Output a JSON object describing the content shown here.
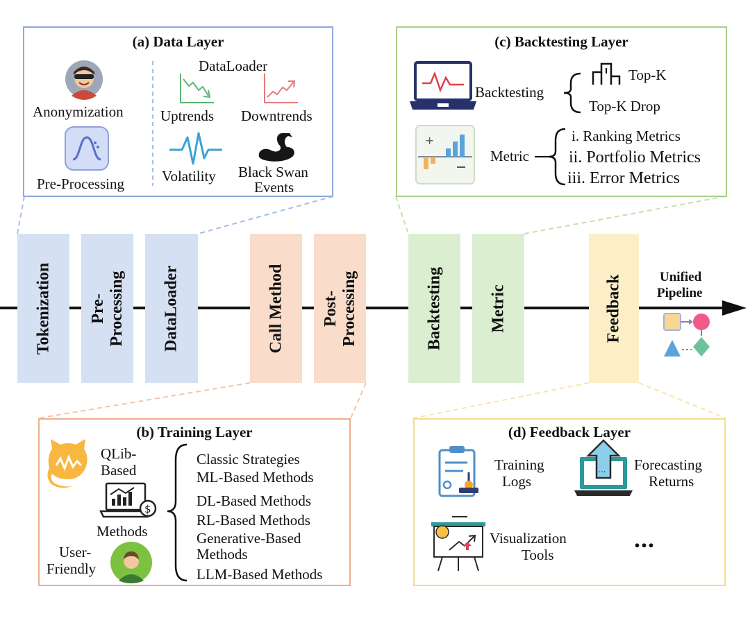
{
  "colors": {
    "data_layer": "#8fa8d9",
    "training_layer": "#eeae8a",
    "backtesting_layer": "#a9cf8a",
    "feedback_layer": "#f5dc8a",
    "stage_blue": "#d5e0f3",
    "stage_orange": "#fadccb",
    "stage_green": "#dbeed0",
    "stage_yellow": "#fcefc7"
  },
  "data_layer": {
    "title": "(a) Data Layer",
    "anonymization": "Anonymization",
    "preprocessing": "Pre-Processing",
    "dataloader": "DataLoader",
    "uptrends": "Uptrends",
    "downtrends": "Downtrends",
    "volatility": "Volatility",
    "black_swan_1": "Black Swan",
    "black_swan_2": "Events",
    "icons": [
      "masked-user-icon",
      "bell-curve-icon",
      "uptrend-chart-icon",
      "downtrend-chart-icon",
      "volatility-wave-icon",
      "black-swan-icon"
    ]
  },
  "backtesting_layer": {
    "title": "(c) Backtesting Layer",
    "backtesting": "Backtesting",
    "top_k": "Top-K",
    "top_k_drop": "Top-K Drop",
    "metric": "Metric",
    "metric_items": [
      "i. Ranking Metrics",
      "ii. Portfolio Metrics",
      "iii. Error Metrics"
    ],
    "icons": [
      "laptop-chart-icon",
      "podium-icon",
      "bar-metric-icon"
    ]
  },
  "pipeline": {
    "stages": [
      {
        "label": "Tokenization"
      },
      {
        "label": "Pre-\nProcessing"
      },
      {
        "label": "DataLoader"
      },
      {
        "label": "Call Method"
      },
      {
        "label": "Post-\nProcessing"
      },
      {
        "label": "Backtesting"
      },
      {
        "label": "Metric"
      },
      {
        "label": "Feedback"
      }
    ],
    "unified_1": "Unified",
    "unified_2": "Pipeline",
    "icons": [
      "flow-shapes-icon"
    ]
  },
  "training_layer": {
    "title": "(b) Training Layer",
    "qlib_1": "QLib-",
    "qlib_2": "Based",
    "methods": "Methods",
    "user_1": "User-",
    "user_2": "Friendly",
    "list": [
      "Classic Strategies",
      "ML-Based Methods",
      "DL-Based Methods",
      "RL-Based Methods",
      "Generative-Based",
      "Methods",
      "LLM-Based Methods"
    ],
    "icons": [
      "qlib-cat-icon",
      "laptop-money-icon",
      "user-avatar-icon"
    ]
  },
  "feedback_layer": {
    "title": "(d) Feedback Layer",
    "training_logs_1": "Training",
    "training_logs_2": "Logs",
    "forecasting_1": "Forecasting",
    "forecasting_2": "Returns",
    "visualization_1": "Visualization",
    "visualization_2": "Tools",
    "ellipsis": "...",
    "icons": [
      "clipboard-log-icon",
      "upload-laptop-icon",
      "presentation-board-icon"
    ]
  }
}
